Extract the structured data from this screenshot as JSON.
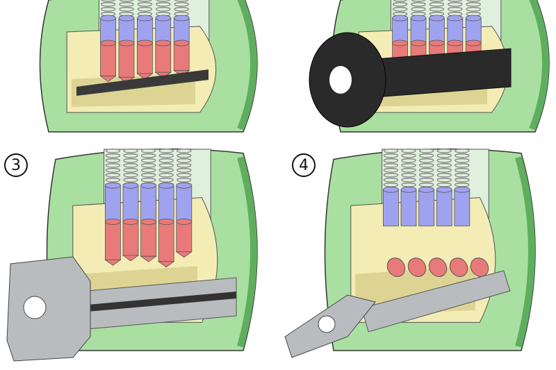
{
  "panels": [
    {
      "id": "panel-1",
      "label": "",
      "state": "empty",
      "pin_lengths": [
        0.78,
        0.82,
        0.7,
        0.66,
        0.6
      ]
    },
    {
      "id": "panel-2",
      "label": "",
      "state": "wrong-key",
      "pin_lengths": [
        0.55,
        0.5,
        0.64,
        0.47,
        0.4
      ]
    },
    {
      "id": "panel-3",
      "label": "3",
      "state": "correct-key",
      "pin_lengths": [
        0.56,
        0.46,
        0.48,
        0.6,
        0.38
      ]
    },
    {
      "id": "panel-4",
      "label": "4",
      "state": "turned",
      "pin_lengths": [
        0.3,
        0.3,
        0.3,
        0.3,
        0.3
      ]
    }
  ],
  "colors": {
    "housing": "#a9dfa0",
    "housing_dark": "#5fae5f",
    "plug": "#f3ecb4",
    "plug_dark": "#cfc57e",
    "driver_pin": "#9fa2ee",
    "key_pin": "#e87a7a",
    "spring": "#8a8a8a",
    "key_metal": "#b9bcbf",
    "key_rubber": "#2a2a2a"
  }
}
